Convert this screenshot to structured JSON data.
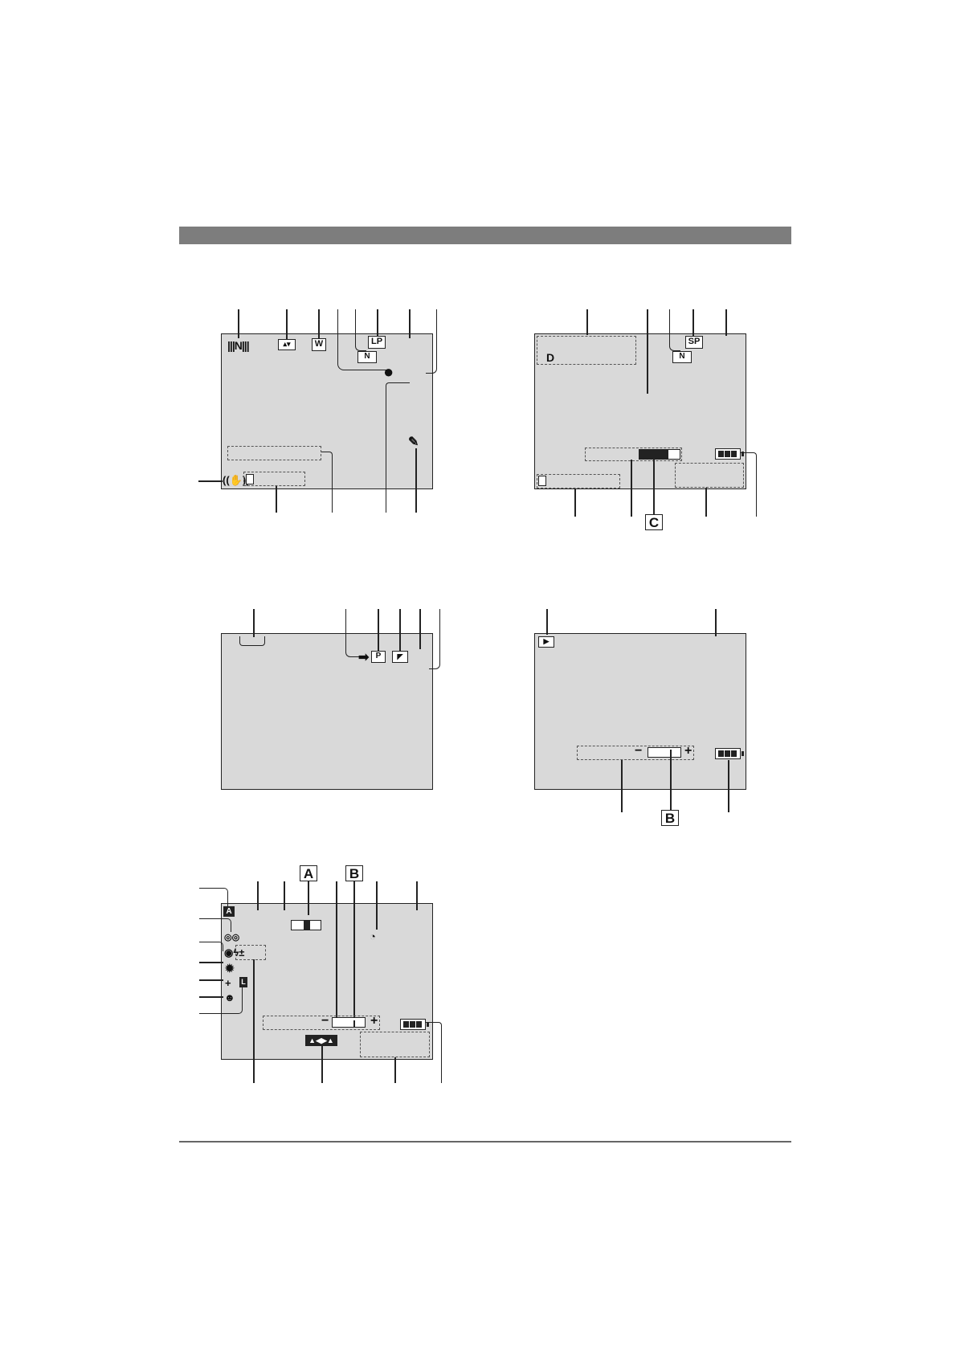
{
  "labels": {
    "a": "A",
    "b": "B",
    "c": "C"
  },
  "icons": {
    "panel1": [
      "nd-filter-icon",
      "wipe-fader-icon",
      "wide-mode-icon",
      "tape-speed-lp-icon",
      "night-alview-icon",
      "recording-icon",
      "wind-cut-icon",
      "stabilizer-icon",
      "card-icon"
    ],
    "panel2": [
      "audio-mode-icon",
      "tape-speed-sp-icon",
      "night-alview-icon",
      "battery-icon",
      "card-icon"
    ],
    "panel3": [
      "arrow-icon",
      "picture-quality-icon",
      "card-icon"
    ],
    "panel4": [
      "playback-icon",
      "battery-icon"
    ],
    "panel5": [
      "auto-mode-icon",
      "red-eye-icon",
      "flash-icon",
      "white-balance-icon",
      "focus-icon",
      "exposure-icon",
      "lock-icon",
      "self-timer-icon",
      "program-ae-icon",
      "battery-icon"
    ]
  },
  "colors": {
    "screen": "#d9d9d9",
    "bar": "#7d7d7d",
    "ink": "#222222"
  }
}
